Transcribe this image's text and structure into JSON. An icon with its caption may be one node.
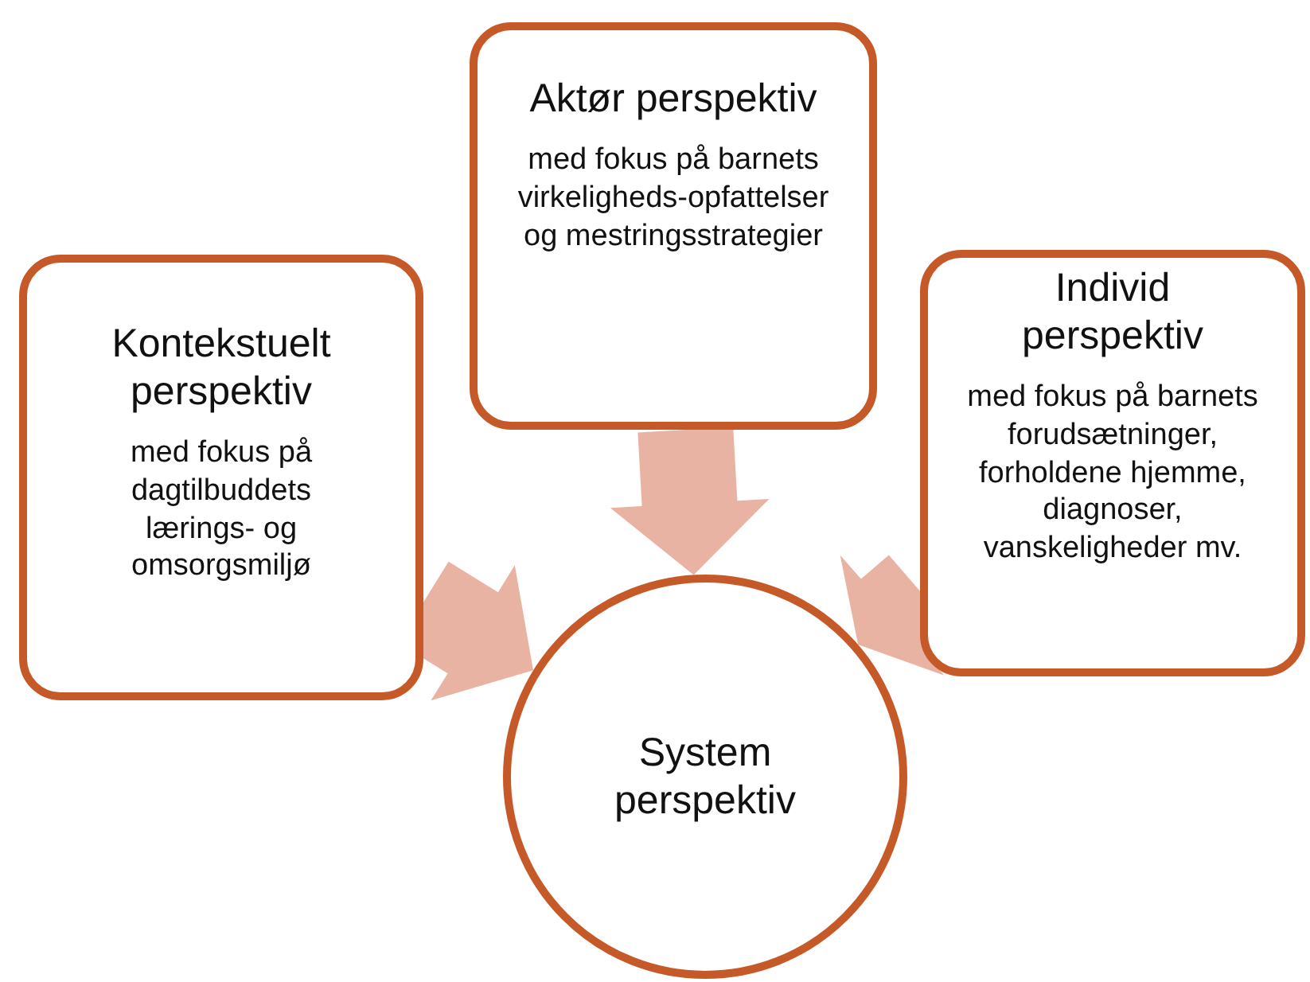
{
  "diagram": {
    "nodes": [
      {
        "text": [
          "Aktør perspektiv",
          "med fokus på barnets virkeligheds-opfattelser og mestringsstrategier"
        ]
      },
      {
        "text": [
          "Kontekstuelt perspektiv",
          "med fokus på dagtilbuddets lærings- og omsorgsmiljø"
        ]
      },
      {
        "text": [
          "Individ perspektiv",
          "med fokus på barnets forudsætninger, forholdene hjemme, diagnoser, vanskeligheder mv."
        ]
      },
      {
        "text": [
          "System perspektiv"
        ]
      }
    ],
    "edges": [
      {
        "from": 0,
        "to": 3,
        "arrow": "to"
      },
      {
        "from": 1,
        "to": 3,
        "arrow": "to"
      },
      {
        "from": 2,
        "to": 3,
        "arrow": "to"
      }
    ]
  }
}
